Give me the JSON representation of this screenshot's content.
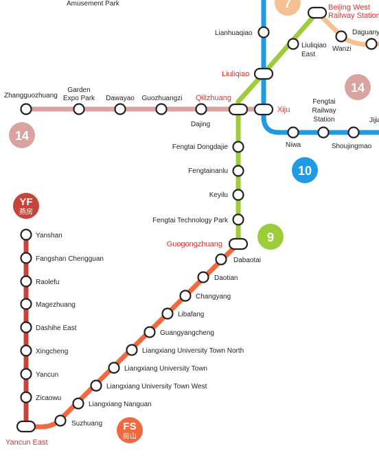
{
  "colors": {
    "line10": "#1f9be6",
    "line9": "#9ccc3a",
    "line14": "#d9a3a0",
    "line7": "#f5c190",
    "lineFS": "#f2683f",
    "lineYF": "#c8443a",
    "transfer": "#e03030"
  },
  "badges": {
    "line7": "7",
    "line14_right": "14",
    "line14_left": "14",
    "line10": "10",
    "line9": "9",
    "yf_code": "YF",
    "yf_cn": "燕房",
    "fs_code": "FS",
    "fs_cn": "房山"
  },
  "labels": {
    "amusement_park": "Amusement Park",
    "lianhuaqiao": "Lianhuaqiao",
    "beijing_west_1": "Beijing West",
    "beijing_west_2": "Railway Station",
    "liuliqiao_east_1": "Liuliqiao",
    "liuliqiao_east_2": "East",
    "wanzi": "Wanzi",
    "daguanying": "Daguany",
    "liuliqiao": "Liuliqiao",
    "zhangguozhuang": "Zhangguozhuang",
    "garden_expo_1": "Garden",
    "garden_expo_2": "Expo Park",
    "dawayao": "Dawayao",
    "guozhuangzi": "Guozhuangzi",
    "qilizhuang": "Qilizhuang",
    "dajing": "Dajing",
    "xiju": "Xiju",
    "fengtai_rs_1": "Fengtai",
    "fengtai_rs_2": "Railway",
    "fengtai_rs_3": "Station",
    "jijia": "Jijia",
    "niwa": "Niwa",
    "shoujingmao": "Shoujingmao",
    "fengtai_dongdajie": "Fengtai Dongdajie",
    "fengtainanlu": "Fengtainanlu",
    "keyilu": "Keyilu",
    "fengtai_tech_park": "Fengtai Technology Park",
    "guogongzhuang": "Guogongzhuang",
    "dabaotai": "Dabaotai",
    "daotian": "Daotian",
    "changyang": "Changyang",
    "libafang": "Libafang",
    "guangyangcheng": "Guangyangcheng",
    "lx_univ_north": "Liangxiang University Town North",
    "lx_univ_town": "Liangxiang University Town",
    "lx_univ_west": "Liangxiang University Town West",
    "lx_nanguan": "Liangxiang Nanguan",
    "suzhuang": "Suzhuang",
    "yanshan": "Yanshan",
    "fangshan_chengguan": "Fangshan Chengguan",
    "raolefu": "Raolefu",
    "magezhuang": "Magezhuang",
    "dashihe_east": "Dashihe East",
    "xingcheng": "Xingcheng",
    "yancun": "Yancun",
    "zicaowu": "Zicaowu",
    "yancun_east": "Yancun East"
  }
}
